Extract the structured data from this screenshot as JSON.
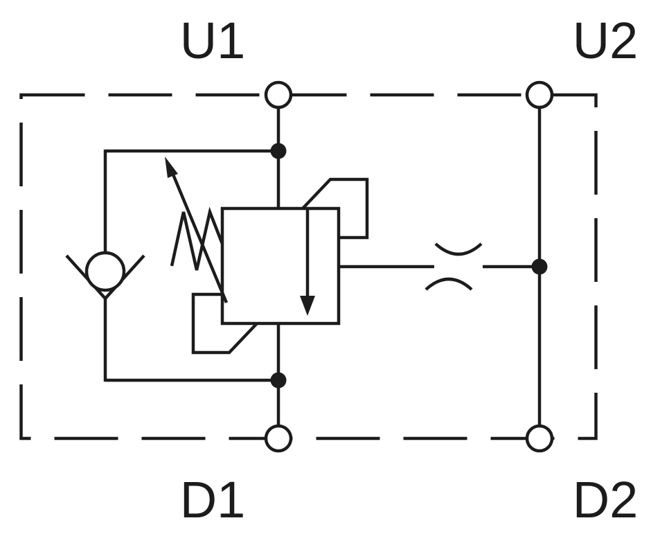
{
  "page": {
    "background": "#ffffff"
  },
  "diagram": {
    "kind": "hydraulic-valve-schematic",
    "line_color": "#1c1c1c",
    "node_fill": "#ffffff",
    "ports": {
      "u1": "U1",
      "u2": "U2",
      "d1": "D1",
      "d2": "D2"
    },
    "components": [
      {
        "id": "enclosure-boundary",
        "desc": "dashed cartridge envelope connecting ports U1, U2, D1, D2"
      },
      {
        "id": "check-valve",
        "desc": "ball-and-seat check valve on bypass line between U1 and D1 branches"
      },
      {
        "id": "pressure-reducing-valve",
        "desc": "valve body with downward flow arrow from U1 branch to D1 branch"
      },
      {
        "id": "adjustable-spring",
        "desc": "zigzag spring with diagonal adjustment arrow on left side of valve body"
      },
      {
        "id": "pilot-line-top",
        "desc": "stepped pilot passage at upper right of valve body"
      },
      {
        "id": "pilot-line-bottom",
        "desc": "stepped pilot passage at lower left of valve body"
      },
      {
        "id": "orifice",
        "desc": "fixed restriction (two facing arcs) on line from valve body to U2/D2 bus"
      },
      {
        "id": "junction-dots",
        "desc": "three solid connection nodes"
      }
    ]
  }
}
